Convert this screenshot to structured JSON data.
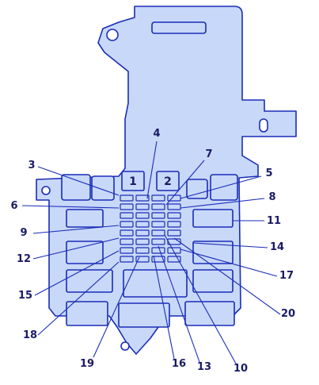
{
  "colors": {
    "outline": "#1a2db8",
    "fill": "#c8d8f8",
    "text": "#1a1a66"
  },
  "diagram": {
    "relays": [
      {
        "id": "relay-1",
        "label": "1"
      },
      {
        "id": "relay-2",
        "label": "2"
      }
    ],
    "callouts": [
      {
        "id": "callout-3",
        "label": "3"
      },
      {
        "id": "callout-4",
        "label": "4"
      },
      {
        "id": "callout-5",
        "label": "5"
      },
      {
        "id": "callout-6",
        "label": "6"
      },
      {
        "id": "callout-7",
        "label": "7"
      },
      {
        "id": "callout-8",
        "label": "8"
      },
      {
        "id": "callout-9",
        "label": "9"
      },
      {
        "id": "callout-10",
        "label": "10"
      },
      {
        "id": "callout-11",
        "label": "11"
      },
      {
        "id": "callout-12",
        "label": "12"
      },
      {
        "id": "callout-13",
        "label": "13"
      },
      {
        "id": "callout-14",
        "label": "14"
      },
      {
        "id": "callout-15",
        "label": "15"
      },
      {
        "id": "callout-16",
        "label": "16"
      },
      {
        "id": "callout-17",
        "label": "17"
      },
      {
        "id": "callout-18",
        "label": "18"
      },
      {
        "id": "callout-19",
        "label": "19"
      },
      {
        "id": "callout-20",
        "label": "20"
      }
    ]
  }
}
